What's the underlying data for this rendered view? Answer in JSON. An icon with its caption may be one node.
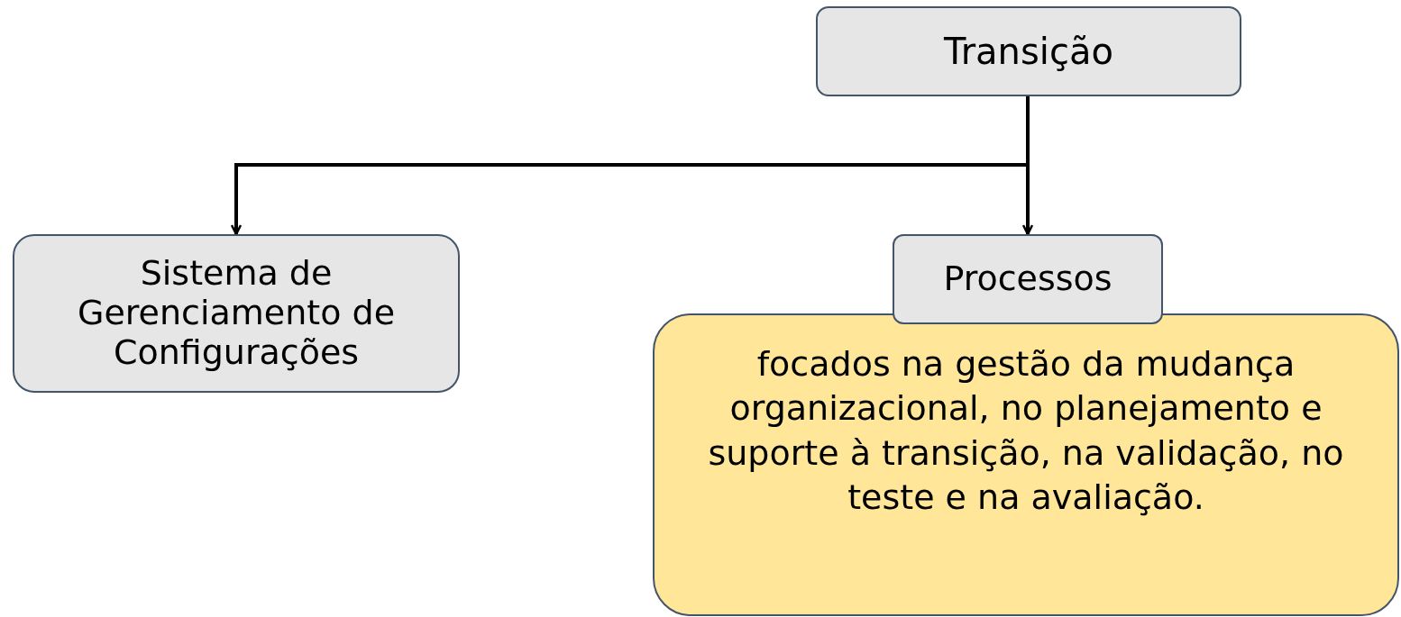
{
  "diagram": {
    "nodes": [
      {
        "text": [
          "Transição"
        ]
      },
      {
        "text": [
          "Sistema de Gerenciamento de Configurações"
        ]
      },
      {
        "text": [
          "Processos"
        ]
      },
      {
        "text": [
          "focados na gestão da mudança organizacional, no planejamento e suporte à transição, na validação, no teste e na avaliação."
        ]
      }
    ],
    "edges": [
      {
        "from": 0,
        "to": 1,
        "arrow": "to"
      },
      {
        "from": 0,
        "to": 2,
        "arrow": "to"
      }
    ]
  }
}
